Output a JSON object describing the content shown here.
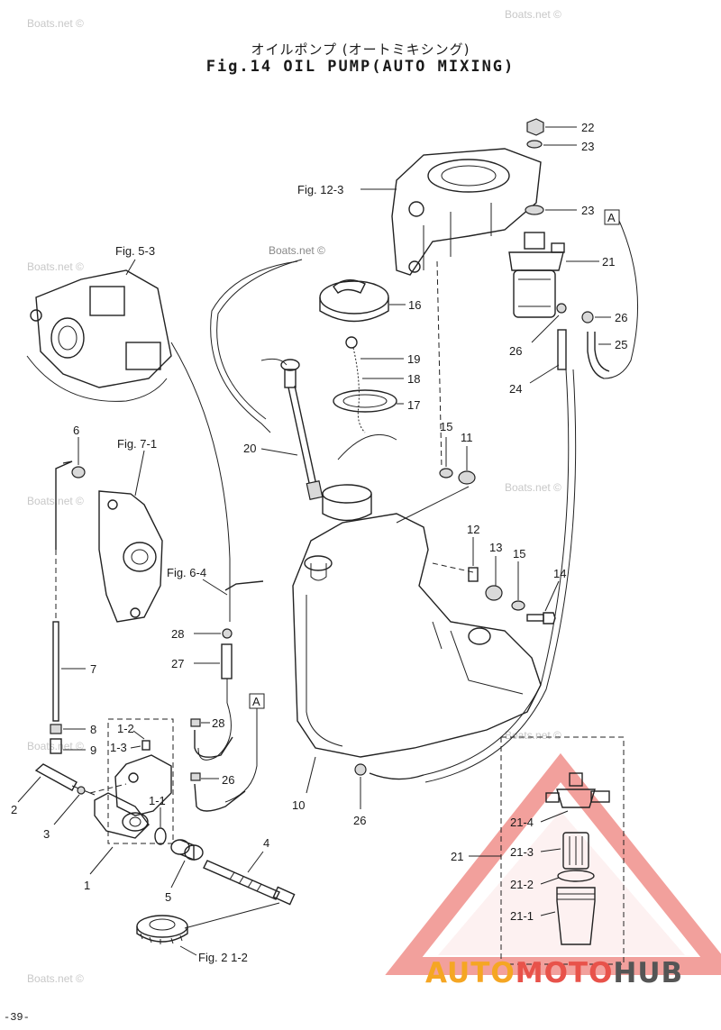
{
  "title_jp": "オイルポンプ (オートミキシング)",
  "title_en": "Fig.14 OIL PUMP(AUTO MIXING)",
  "page_number": "-39-",
  "watermark": "Boats.net ©",
  "logo": {
    "part1": "AUTO",
    "part2": "MOTO",
    "part3": "HUB"
  },
  "figure_refs": {
    "fig12_3": "Fig. 12-3",
    "fig5_3": "Fig. 5-3",
    "fig7_1": "Fig. 7-1",
    "fig6_4": "Fig. 6-4",
    "fig21_2": "Fig. 2 1-2"
  },
  "box_label": "A",
  "callouts": {
    "p1": "1",
    "p1_1": "1-1",
    "p1_2": "1-2",
    "p1_3": "1-3",
    "p2": "2",
    "p3": "3",
    "p4": "4",
    "p5": "5",
    "p6": "6",
    "p7": "7",
    "p8": "8",
    "p9": "9",
    "p10": "10",
    "p11": "11",
    "p12": "12",
    "p13": "13",
    "p14": "14",
    "p15a": "15",
    "p15b": "15",
    "p16": "16",
    "p17": "17",
    "p18": "18",
    "p19": "19",
    "p20": "20",
    "p21a": "21",
    "p21b": "21",
    "p21_1": "21-1",
    "p21_2": "21-2",
    "p21_3": "21-3",
    "p21_4": "21-4",
    "p22": "22",
    "p23a": "23",
    "p23b": "23",
    "p24": "24",
    "p25": "25",
    "p26a": "26",
    "p26b": "26",
    "p26c": "26",
    "p26d": "26",
    "p27": "27",
    "p28a": "28",
    "p28b": "28"
  },
  "colors": {
    "line": "#222222",
    "watermark": "#c8c8c8",
    "logo_orange": "#f5a623",
    "logo_red": "#e8524a",
    "logo_gray": "#555555",
    "triangle": "#e8524a"
  }
}
